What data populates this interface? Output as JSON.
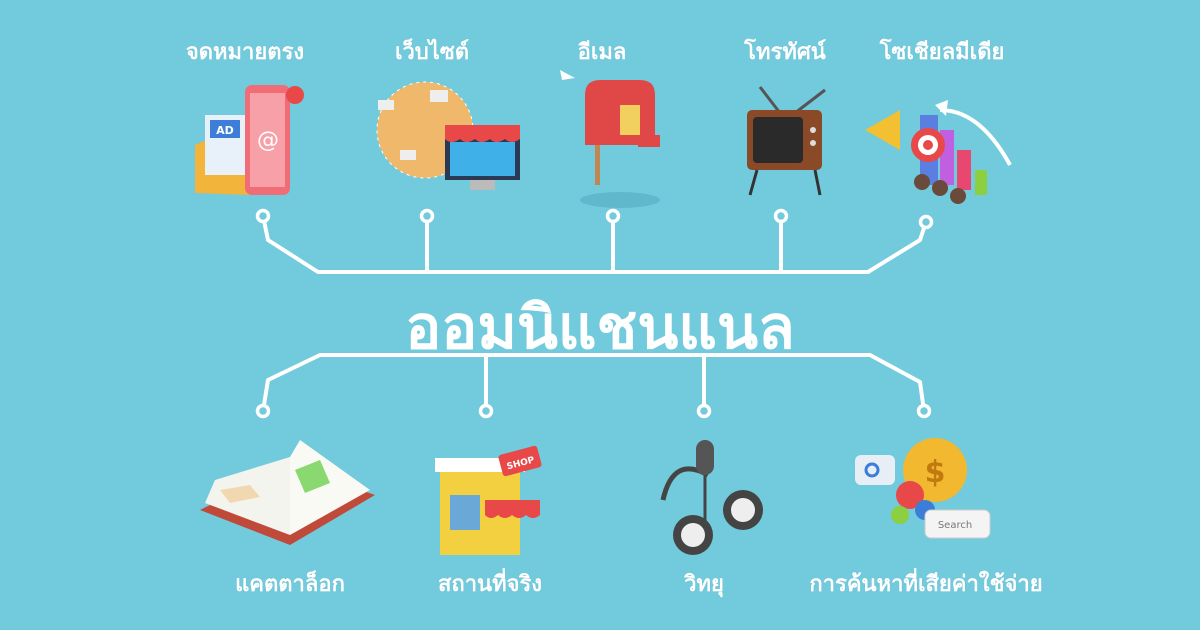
{
  "title": "ออมนิแชนแนล",
  "top_channels": [
    {
      "label": "จดหมายตรง",
      "icon": "direct-mail-icon"
    },
    {
      "label": "เว็บไซต์",
      "icon": "website-icon"
    },
    {
      "label": "อีเมล",
      "icon": "email-mailbox-icon"
    },
    {
      "label": "โทรทัศน์",
      "icon": "television-icon"
    },
    {
      "label": "โซเชียลมีเดีย",
      "icon": "social-media-icon"
    }
  ],
  "bottom_channels": [
    {
      "label": "แคตตาล็อก",
      "icon": "catalog-book-icon"
    },
    {
      "label": "สถานที่จริง",
      "icon": "shop-icon"
    },
    {
      "label": "วิทยุ",
      "icon": "radio-microphone-icon"
    },
    {
      "label": "การค้นหาที่เสียค่าใช้จ่าย",
      "icon": "paid-search-icon"
    }
  ],
  "illustration_text": {
    "ad": "AD",
    "shop": "SHOP",
    "search": "Search"
  },
  "colors": {
    "background": "#72cadd",
    "line": "#ffffff"
  }
}
